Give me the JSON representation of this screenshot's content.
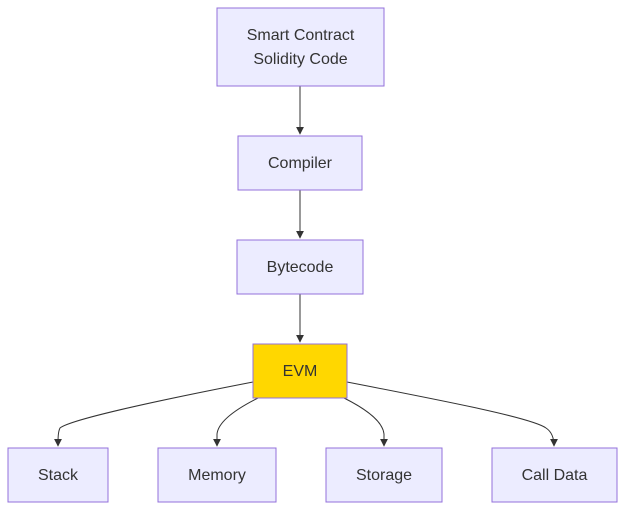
{
  "nodes": {
    "smart_contract": {
      "line1": "Smart Contract",
      "line2": "Solidity Code"
    },
    "compiler": {
      "label": "Compiler"
    },
    "bytecode": {
      "label": "Bytecode"
    },
    "evm": {
      "label": "EVM"
    },
    "stack": {
      "label": "Stack"
    },
    "memory": {
      "label": "Memory"
    },
    "storage": {
      "label": "Storage"
    },
    "call_data": {
      "label": "Call Data"
    }
  },
  "colors": {
    "node_fill": "#ECECFF",
    "node_stroke": "#9370DB",
    "highlight_fill": "#FFD700",
    "edge": "#333333",
    "text": "#333333"
  }
}
